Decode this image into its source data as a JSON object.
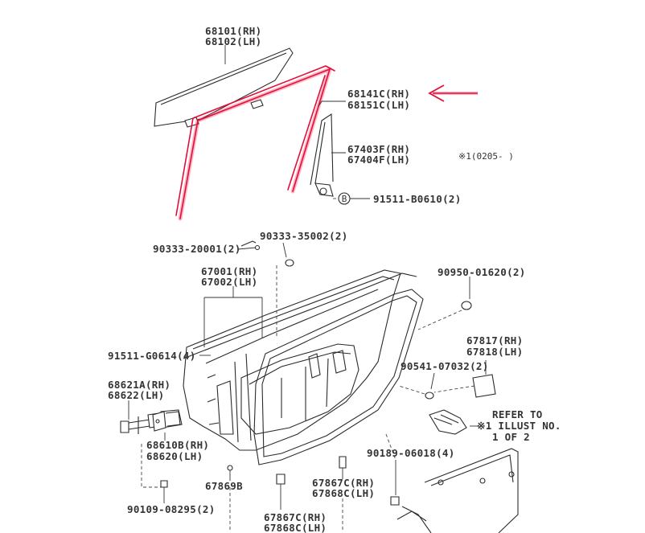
{
  "colors": {
    "highlight": "#e0103a",
    "ink": "#2b2b2b"
  },
  "labels": {
    "glass": [
      "68101(RH)",
      "68102(LH)"
    ],
    "run_channel": [
      "68141C(RH)",
      "68151C(LH)"
    ],
    "division_bar": [
      "67403F(RH)",
      "67404F(LH)"
    ],
    "note_mark": "※1(0205-    )",
    "bolt_b": "91511-B0610(2)",
    "b_circle": "B",
    "screw_20001": "90333-20001(2)",
    "screw_35002": "90333-35002(2)",
    "door_panel": [
      "67001(RH)",
      "67002(LH)"
    ],
    "clip_01620": "90950-01620(2)",
    "bolt_g0614": "91511-G0614(4)",
    "hole_cover": [
      "67817(RH)",
      "67818(LH)"
    ],
    "check": [
      "68621A(RH)",
      "68622(LH)"
    ],
    "plug_07032": "90541-07032(2)",
    "refer": [
      "REFER TO",
      "※1 ILLUST NO.",
      "1 OF 2"
    ],
    "hinge": [
      "68610B(RH)",
      "68620(LH)"
    ],
    "clip_06018": "90189-06018(4)",
    "weatherstrip_b": "67869B",
    "weatherstrip_c1": [
      "67867C(RH)",
      "67868C(LH)"
    ],
    "screw_08295": "90109-08295(2)",
    "weatherstrip_c2": [
      "67867C(RH)",
      "67868C(LH)"
    ]
  }
}
